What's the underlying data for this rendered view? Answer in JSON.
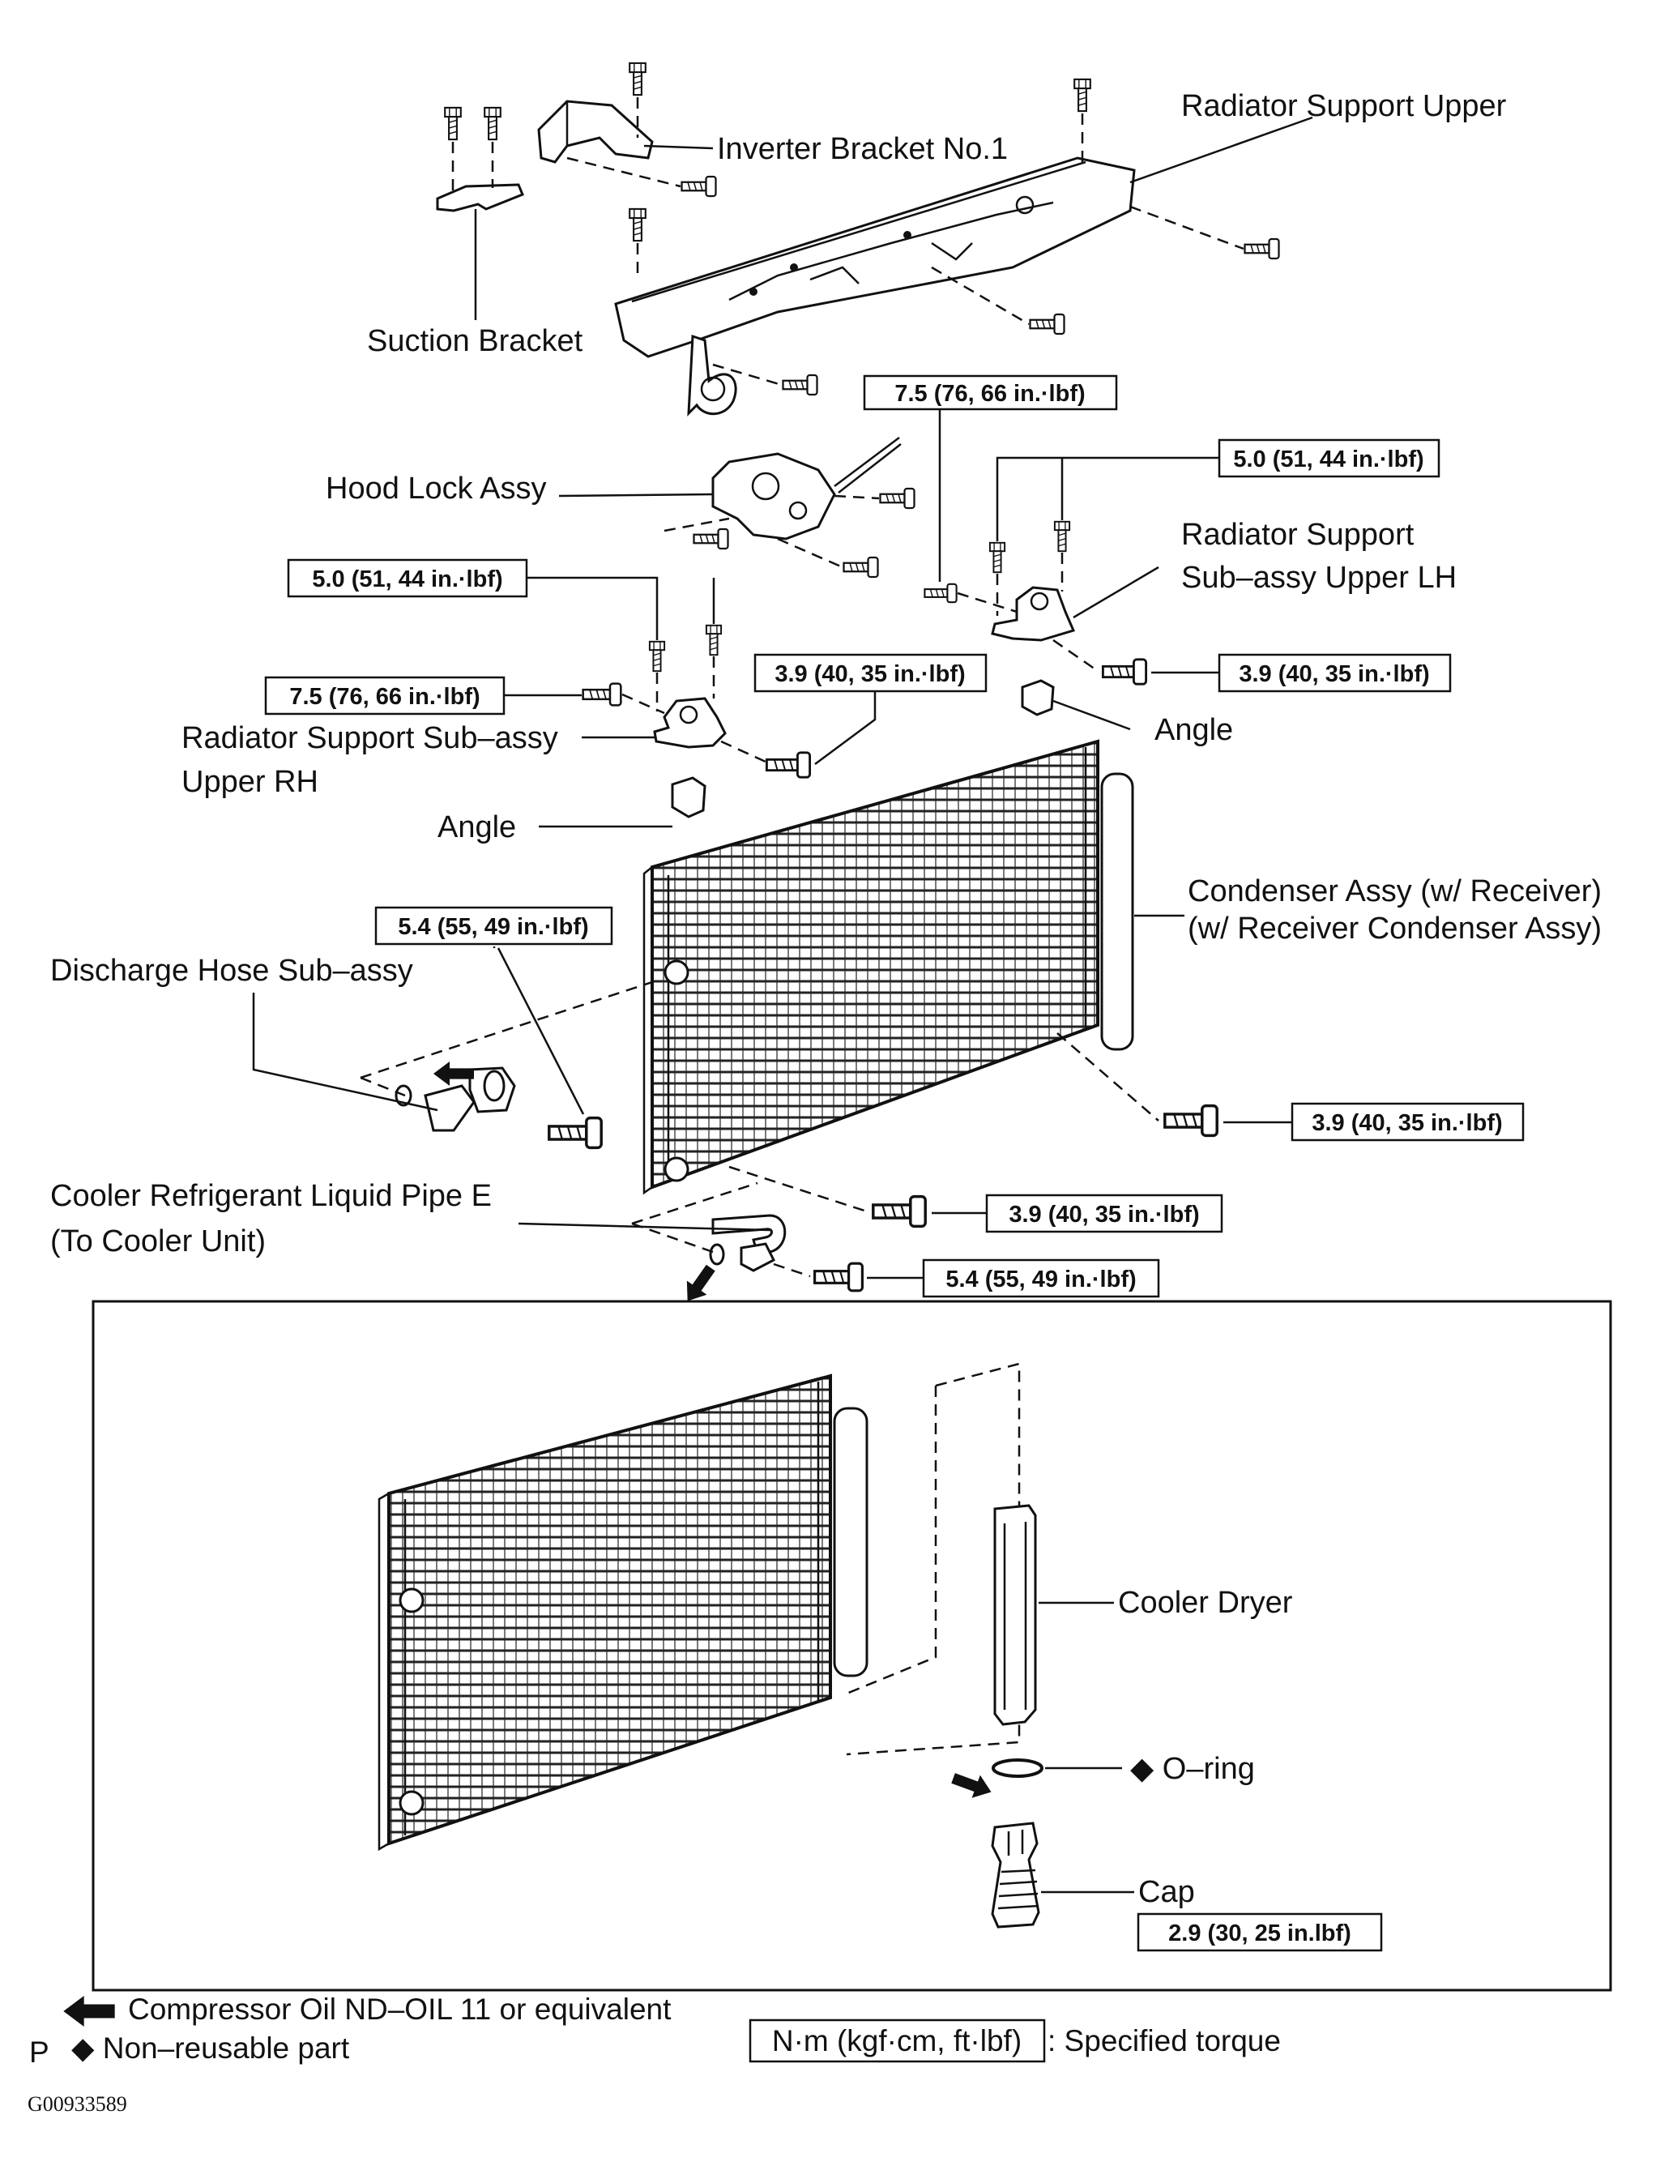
{
  "parts": {
    "radiator_support_upper": "Radiator Support Upper",
    "inverter_bracket": "Inverter Bracket No.1",
    "suction_bracket": "Suction Bracket",
    "hood_lock": "Hood Lock Assy",
    "rad_support_lh_1": "Radiator Support",
    "rad_support_lh_2": "Sub–assy Upper LH",
    "rad_support_rh_1": "Radiator Support Sub–assy",
    "rad_support_rh_2": "Upper RH",
    "angle_right": "Angle",
    "angle_left": "Angle",
    "condenser_1": "Condenser Assy (w/ Receiver)",
    "condenser_2": "(w/ Receiver Condenser Assy)",
    "discharge_hose": "Discharge Hose Sub–assy",
    "liquid_pipe_1": "Cooler Refrigerant Liquid Pipe E",
    "liquid_pipe_2": "(To Cooler Unit)",
    "cooler_dryer": "Cooler Dryer",
    "oring": "◆ O–ring",
    "cap": "Cap"
  },
  "torques": {
    "t_hood_bolt": "7.5 (76, 66 in.·lbf)",
    "t_lh_top": "5.0 (51, 44 in.·lbf)",
    "t_rh_top": "5.0 (51, 44 in.·lbf)",
    "t_rh_side": "7.5 (76, 66 in.·lbf)",
    "t_rh_bolt": "3.9 (40, 35 in.·lbf)",
    "t_lh_bolt": "3.9 (40, 35 in.·lbf)",
    "t_discharge": "5.4 (55, 49 in.·lbf)",
    "t_cond_right": "3.9 (40, 35 in.·lbf)",
    "t_cond_bottom": "3.9 (40, 35 in.·lbf)",
    "t_pipe": "5.4 (55, 49 in.·lbf)",
    "t_cap": "2.9 (30, 25 in.lbf)"
  },
  "legend": {
    "oil": "Compressor Oil ND–OIL 11 or equivalent",
    "nonreusable": "◆ Non–reusable part",
    "torque_box": "N·m (kgf·cm, ft·lbf)",
    "torque_desc": ": Specified torque",
    "p_mark": "P",
    "figure_code": "G00933589"
  }
}
